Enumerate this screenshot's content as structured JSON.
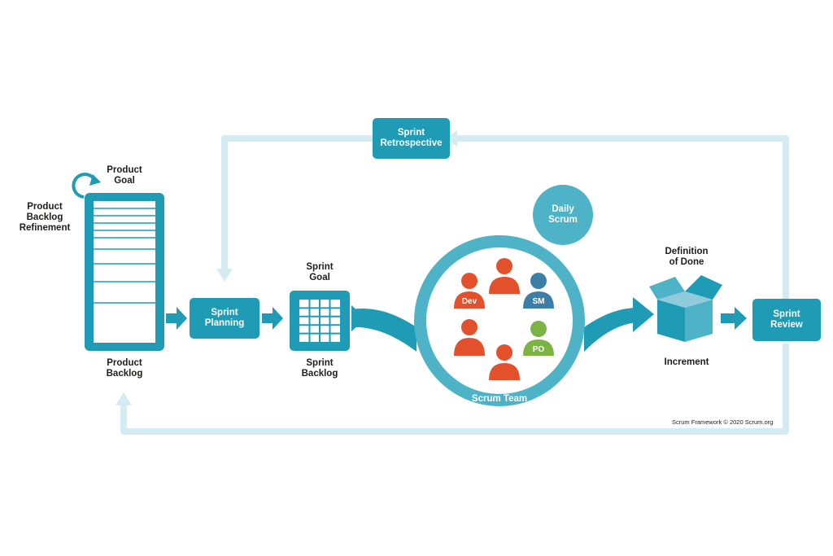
{
  "labels": {
    "product_goal": "Product\nGoal",
    "product_backlog_refinement": "Product\nBacklog\nRefinement",
    "product_backlog": "Product\nBacklog",
    "sprint_planning": "Sprint\nPlanning",
    "sprint_goal": "Sprint\nGoal",
    "sprint_backlog": "Sprint\nBacklog",
    "sprint_retrospective": "Sprint\nRetrospective",
    "daily_scrum": "Daily\nScrum",
    "scrum_team": "Scrum Team",
    "definition_of_done": "Definition\nof Done",
    "increment": "Increment",
    "sprint_review": "Sprint\nReview",
    "credit": "Scrum Framework © 2020 Scrum.org"
  },
  "roles": {
    "dev": "Dev",
    "sm": "SM",
    "po": "PO"
  },
  "colors": {
    "primary": "#1f9bb6",
    "light_loop": "#d3ebf1",
    "arrow": "#1f9bb6",
    "team_ring": "#4fb3c8",
    "developer": "#e2512b",
    "scrum_master": "#3b7ea6",
    "product_owner": "#7cb342",
    "text": "#1d1d1b"
  }
}
